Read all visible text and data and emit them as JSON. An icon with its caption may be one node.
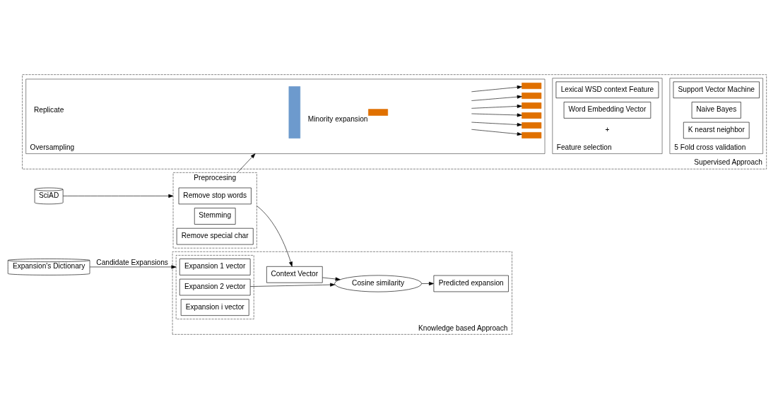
{
  "diagram": {
    "nodes": [
      {
        "text": [
          "Knowledge based Approach"
        ]
      },
      {
        "text": [],
        "shape": "box",
        "in": 0
      },
      {
        "text": [
          "Expansion 1 vector"
        ],
        "in": 1
      },
      {
        "text": [
          "Expansion 2 vector"
        ],
        "in": 1
      },
      {
        "text": [
          "Expansion i vector"
        ],
        "in": 1
      },
      {
        "text": [
          "Context Vector"
        ],
        "in": 0
      },
      {
        "text": [
          "Cosine similarity"
        ],
        "in": 0
      },
      {
        "text": [
          "Predicted expansion"
        ],
        "in": 0
      },
      {
        "text": [
          "Expansion's Dictionary"
        ]
      },
      {
        "text": [
          "Preprocesing"
        ]
      },
      {
        "text": [
          "Remove stop words"
        ],
        "in": 9
      },
      {
        "text": [
          "Stemming"
        ],
        "in": 9
      },
      {
        "text": [
          "Remove special char"
        ],
        "in": 9
      },
      {
        "text": [
          "SciAD"
        ]
      },
      {
        "text": [
          "Supervised Approach"
        ]
      },
      {
        "text": [
          "Oversampling"
        ],
        "in": 14
      },
      {
        "text": [],
        "shape": "bar",
        "in": 15
      },
      {
        "text": [],
        "shape": "bar",
        "in": 15,
        "beside": [
          "Minority expansion"
        ]
      },
      {
        "text": [],
        "shape": "bar",
        "in": 15
      },
      {
        "text": [],
        "shape": "bar",
        "in": 15
      },
      {
        "text": [],
        "shape": "bar",
        "in": 15
      },
      {
        "text": [],
        "shape": "bar",
        "in": 15
      },
      {
        "text": [],
        "shape": "bar",
        "in": 15
      },
      {
        "text": [],
        "shape": "bar",
        "in": 15
      },
      {
        "text": [
          "Feature selection"
        ],
        "in": 14
      },
      {
        "text": [
          "Lexical WSD context Feature"
        ],
        "in": 24
      },
      {
        "text": [
          "Word Embedding Vector"
        ],
        "in": 24
      },
      {
        "text": [
          "5 Fold cross validation"
        ],
        "in": 14
      },
      {
        "text": [
          "Support Vector Machine"
        ],
        "in": 27
      },
      {
        "text": [
          "Naive Bayes"
        ],
        "in": 27
      },
      {
        "text": [
          "K nearst neighbor"
        ],
        "in": 27
      }
    ],
    "edges": [
      {
        "from": 8,
        "to": 1,
        "arrow": "to",
        "label": "Candidate Expansions"
      },
      {
        "from": 3,
        "to": 6,
        "arrow": "to"
      },
      {
        "from": 5,
        "to": 6,
        "arrow": "to"
      },
      {
        "from": 6,
        "to": 7,
        "arrow": "to"
      },
      {
        "from": 9,
        "to": 5,
        "arrow": "to"
      },
      {
        "from": 13,
        "to": 9,
        "arrow": "to"
      },
      {
        "from": 9,
        "to": 15,
        "arrow": "to"
      },
      {
        "from": null,
        "to": 18,
        "arrow": "to"
      },
      {
        "from": null,
        "to": 19,
        "arrow": "to"
      },
      {
        "from": null,
        "to": 20,
        "arrow": "to"
      },
      {
        "from": null,
        "to": 21,
        "arrow": "to"
      },
      {
        "from": null,
        "to": 22,
        "arrow": "to"
      },
      {
        "from": null,
        "to": 23,
        "arrow": "to"
      }
    ],
    "labels": [
      "Replicate",
      "+"
    ]
  }
}
